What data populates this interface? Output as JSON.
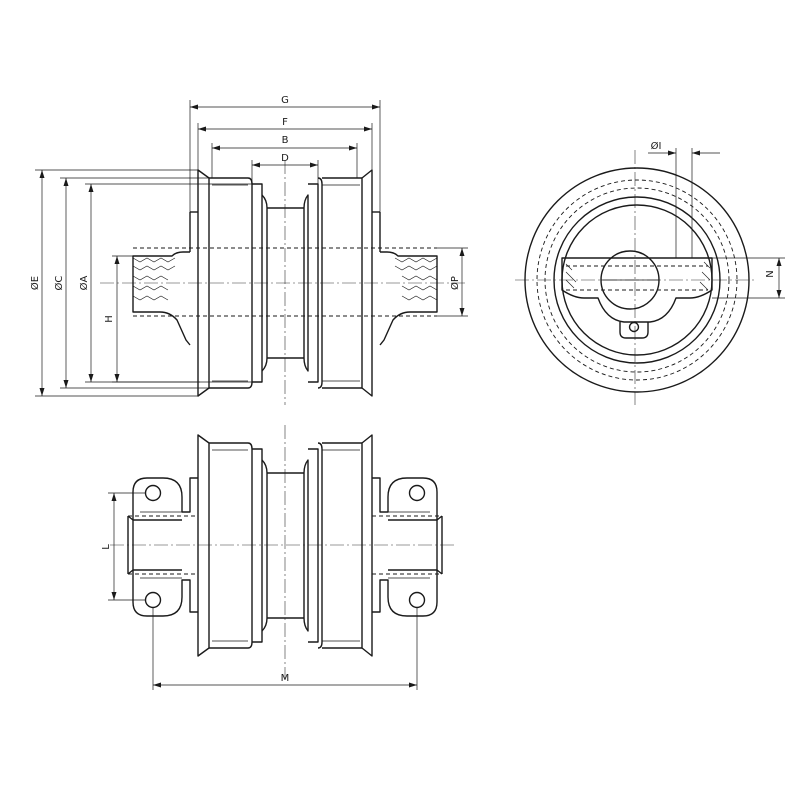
{
  "drawing": {
    "views": [
      "front-elevation",
      "side-view",
      "top-view"
    ],
    "dimension_labels": {
      "G": "G",
      "F": "F",
      "B": "B",
      "D": "D",
      "E": "ØE",
      "C": "ØC",
      "A": "ØA",
      "H": "H",
      "P": "ØP",
      "I": "ØI",
      "N": "N",
      "L": "L",
      "M": "M"
    },
    "colors": {
      "line": "#1a1a1a",
      "background": "#ffffff"
    }
  }
}
